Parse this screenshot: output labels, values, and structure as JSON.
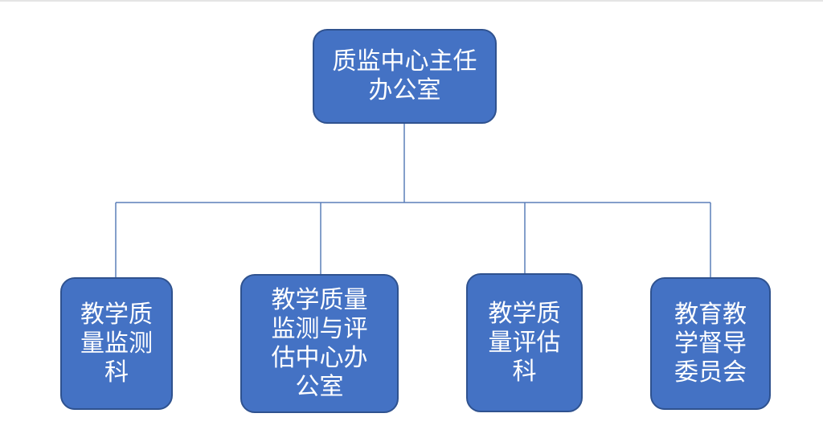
{
  "diagram": {
    "root": {
      "label": "质监中心主任办公室"
    },
    "children": [
      {
        "label": "教学质量监测科"
      },
      {
        "label": "教学质量监测与评估中心办公室"
      },
      {
        "label": "教学质量评估科"
      },
      {
        "label": "教育教学督导委员会"
      }
    ]
  },
  "colors": {
    "node_fill": "#4472c4",
    "node_border": "#2f528f",
    "connector": "#5b7fb8",
    "text": "#ffffff"
  }
}
